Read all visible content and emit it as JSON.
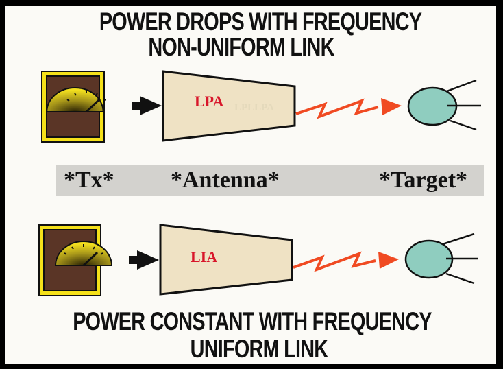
{
  "headings": {
    "top_line1": "POWER DROPS WITH FREQUENCY",
    "top_line2": "NON-UNIFORM LINK",
    "bottom_line1": "POWER CONSTANT WITH FREQUENCY",
    "bottom_line2": "UNIFORM LINK"
  },
  "labels": {
    "tx": "*Tx*",
    "antenna": "*Antenna*",
    "target": "*Target*"
  },
  "top_row": {
    "transmitter_icon": "gauge-meter-icon",
    "antenna_label": "LPA",
    "antenna_watermark": "LPLLPA",
    "signal_icon": "lightning-arrow-icon",
    "target_icon": "target-blob-icon"
  },
  "bottom_row": {
    "transmitter_icon": "gauge-meter-icon",
    "antenna_label": "LIA",
    "signal_icon": "lightning-arrow-icon",
    "target_icon": "target-blob-icon"
  },
  "colors": {
    "tx_border": "#f5e11a",
    "tx_fill": "#5a3526",
    "gauge": "#e9d417",
    "antenna_fill": "#efe2c4",
    "antenna_text": "#d8162a",
    "signal": "#f04a22",
    "target_fill": "#8fcdbf",
    "label_bar": "#d3d2ce"
  }
}
